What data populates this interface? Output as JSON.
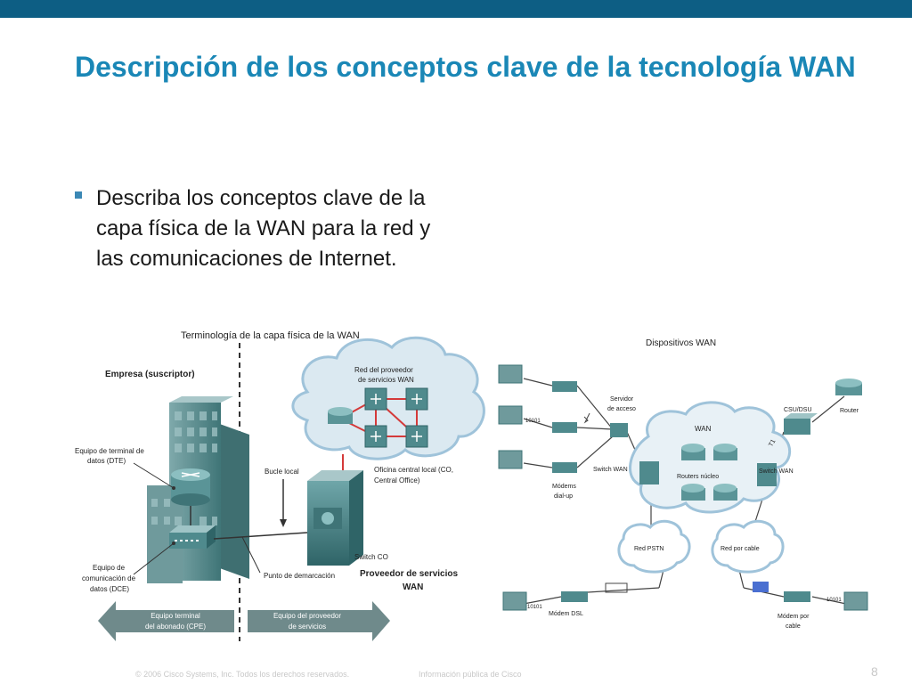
{
  "slide": {
    "title": "Descripción de los conceptos clave de la tecnología WAN",
    "bullet": "Describa los conceptos clave de la capa física de la WAN para la red y las comunicaciones de Internet.",
    "footer_copyright": "© 2006 Cisco Systems, Inc. Todos los derechos reservados.",
    "footer_classification": "Información pública de Cisco",
    "page_number": "8"
  },
  "left_figure": {
    "heading": "Terminología de la capa física de la WAN",
    "enterprise_label": "Empresa (suscriptor)",
    "dte_label_1": "Equipo de terminal de",
    "dte_label_2": "datos (DTE)",
    "dce_label_1": "Equipo de",
    "dce_label_2": "comunicación de",
    "dce_label_3": "datos (DCE)",
    "provider_cloud_1": "Red del proveedor",
    "provider_cloud_2": "de servicios WAN",
    "local_loop": "Bucle local",
    "central_office_1": "Oficina central local (CO,",
    "central_office_2": "Central Office)",
    "demarcation": "Punto de demarcación",
    "switch_co": "Switch CO",
    "provider_1": "Proveedor de servicios",
    "provider_2": "WAN",
    "cpe_1": "Equipo terminal",
    "cpe_2": "del abonado (CPE)",
    "provider_equip_1": "Equipo del proveedor",
    "provider_equip_2": "de servicios"
  },
  "right_figure": {
    "heading": "Dispositivos WAN",
    "access_server_1": "Servidor",
    "access_server_2": "de acceso",
    "csu_dsu": "CSU/DSU",
    "router": "Router",
    "wan": "WAN",
    "t1": "T1",
    "switch_wan_left": "Switch WAN",
    "routers_core": "Routers núcleo",
    "switch_wan_right": "Switch WAN",
    "modems_1": "Módems",
    "modems_2": "dial-up",
    "bits_top": "10101",
    "red_pstn": "Red PSTN",
    "red_cable": "Red por cable",
    "bits_left": "10101",
    "modem_dsl": "Módem DSL",
    "bits_right": "10101",
    "modem_cable_1": "Módem por",
    "modem_cable_2": "cable"
  },
  "colors": {
    "title": "#1a87b6",
    "top_bar": "#0d5e84",
    "bullet": "#3b88b5",
    "device_teal": "#4f8f92",
    "cloud_blue": "#9fc3da",
    "arrow_gray": "#6f8a8b",
    "link_red": "#d43a3a"
  },
  "icons": [
    "square-bullet-icon",
    "router-icon",
    "switch-icon",
    "computer-icon",
    "modem-icon",
    "building-icon",
    "cloud-icon"
  ]
}
